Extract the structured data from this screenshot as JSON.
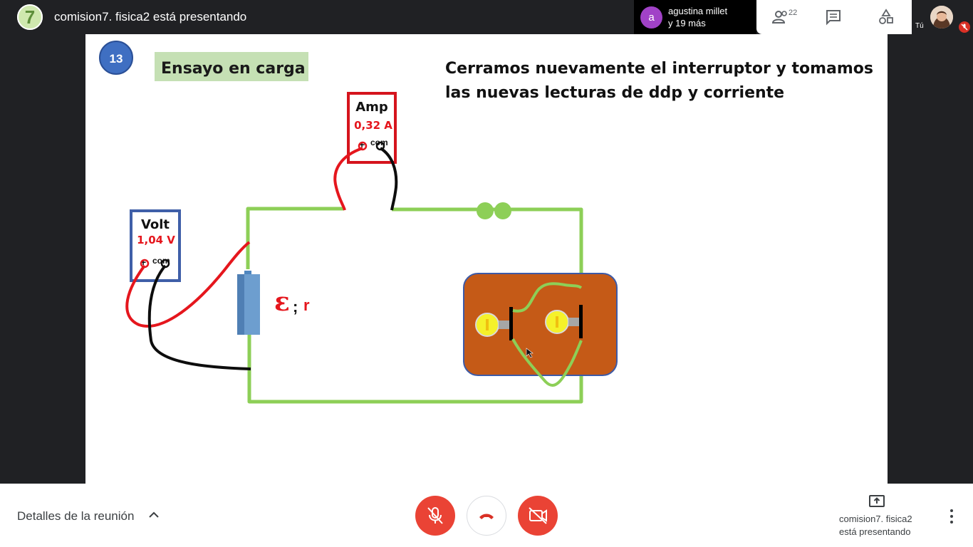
{
  "topbar": {
    "meeting_logo_text": "7",
    "presenter_title": "comision7. fisica2 está presentando",
    "participant_chip": {
      "avatar_letter": "a",
      "name": "agustina millet",
      "more": "y 19 más"
    },
    "people_count": "22",
    "self_label": "Tú"
  },
  "slide": {
    "number": "13",
    "section_title": "Ensayo en carga",
    "heading_line1": "Cerramos nuevamente el interruptor y  tomamos",
    "heading_line2": "las nuevas lecturas de ddp y corriente",
    "ammeter": {
      "title": "Amp",
      "reading": "0,32 A",
      "plus": "+",
      "com": "com"
    },
    "voltmeter": {
      "title": "Volt",
      "reading": "1,04 V",
      "plus": "+",
      "com": "com"
    },
    "emf_symbol": "ε",
    "emf_sep": ";",
    "emf_r": "r"
  },
  "bottombar": {
    "details_label": "Detalles de la reunión",
    "presenting_line1": "comision7. fisica2",
    "presenting_line2": "está presentando"
  },
  "colors": {
    "wire_green": "#8dcf57",
    "wire_red": "#e5161d",
    "wire_black": "#0d0d0d",
    "battery": "#6d9ecf",
    "board": "#c55a17",
    "meter_red": "#d5141d",
    "meter_blue": "#3f5fa8",
    "title_bg": "#c5e0b4",
    "slide_badge": "#3f6fc2",
    "end_call_red": "#ea4335"
  }
}
